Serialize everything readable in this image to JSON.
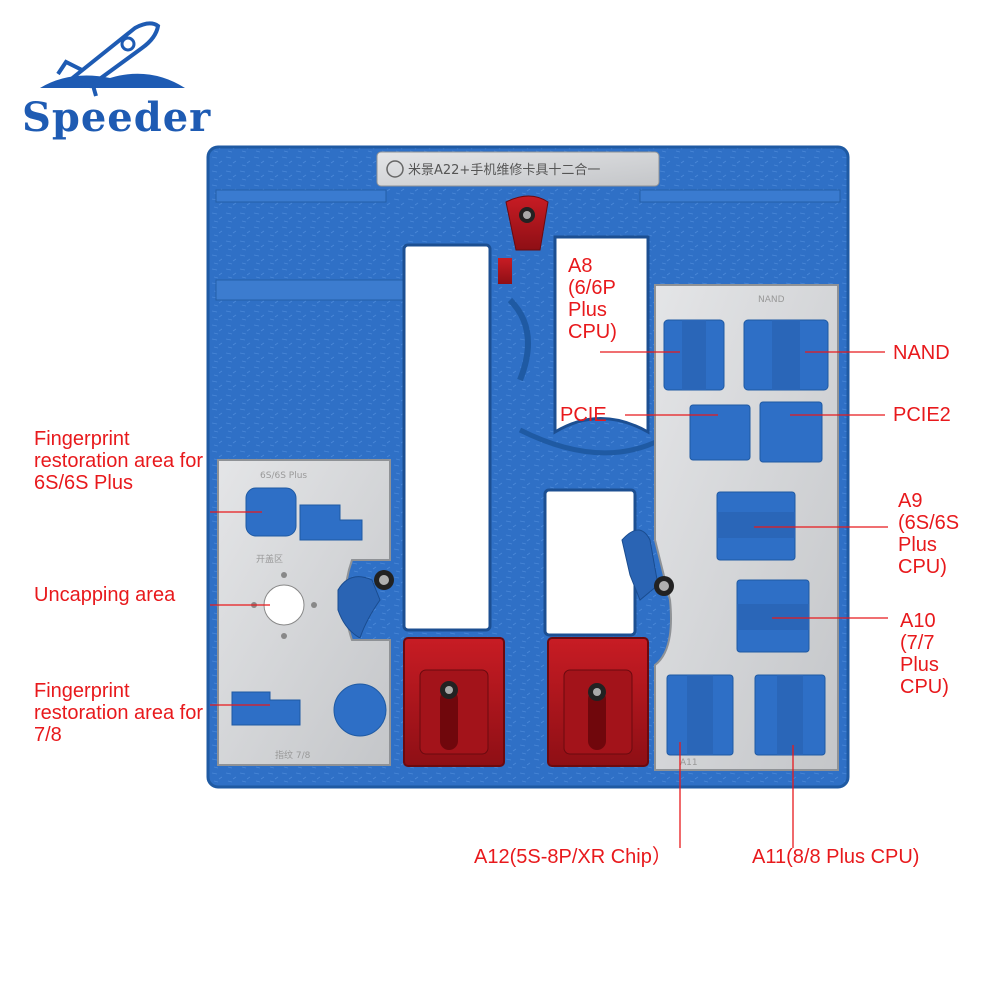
{
  "brand": {
    "name": "Speeder"
  },
  "nameplate": {
    "text": "米景A22+手机维修卡具十二合一"
  },
  "plate_marks": {
    "left_top": "6S/6S Plus",
    "left_mid": "开盖区",
    "left_bottom": "指纹 7/8",
    "right_nand": "NAND",
    "right_a11": "A11"
  },
  "annotations": {
    "a8": "A8 (6/6P Plus CPU)",
    "nand": "NAND",
    "pcie": "PCIE",
    "pcie2": "PCIE2",
    "a9": "A9 (6S/6S Plus CPU)",
    "a10": "A10 (7/7 Plus CPU)",
    "fingerprint_6s": "Fingerprint restoration area for 6S/6S Plus",
    "uncapping": "Uncapping area",
    "fingerprint_78": "Fingerprint restoration area for 7/8",
    "a12": "A12(5S-8P/XR Chip）",
    "a11": "A11(8/8 Plus CPU)"
  },
  "colors": {
    "fixture_blue": "#2d6ec4",
    "fixture_dark": "#22599f",
    "steel": "#d6d7d9",
    "clamp_red": "#b8161e",
    "label_red": "#e8191c",
    "brand_blue": "#1e5bb3"
  }
}
